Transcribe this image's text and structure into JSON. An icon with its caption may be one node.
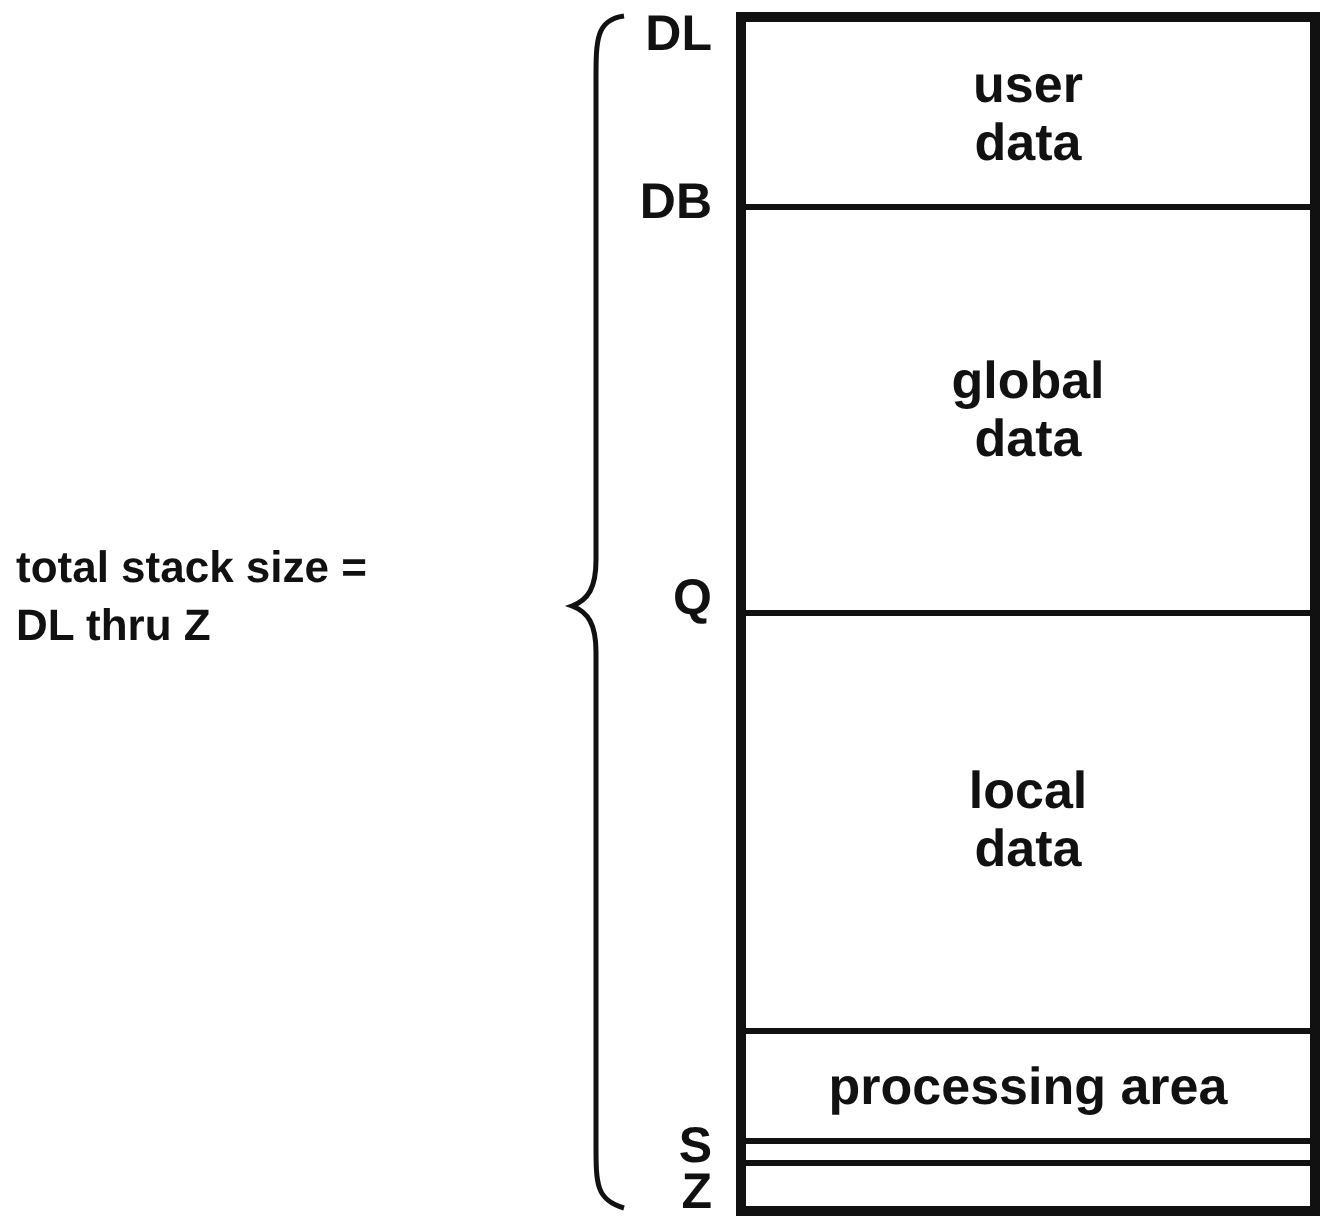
{
  "diagram": {
    "nodes": [
      {
        "text": [],
        "shape": "box"
      },
      {
        "text": [
          "user data"
        ],
        "in": 0
      },
      {
        "text": [
          "global data"
        ],
        "in": 0
      },
      {
        "text": [
          "local data"
        ],
        "in": 0
      },
      {
        "text": [
          "processing area"
        ],
        "in": 0
      },
      {
        "text": [],
        "shape": "box",
        "in": 0
      }
    ],
    "labels": [
      "DL",
      "DB",
      "total stack size = DL thru Z",
      "Q",
      "S",
      "Z"
    ]
  }
}
